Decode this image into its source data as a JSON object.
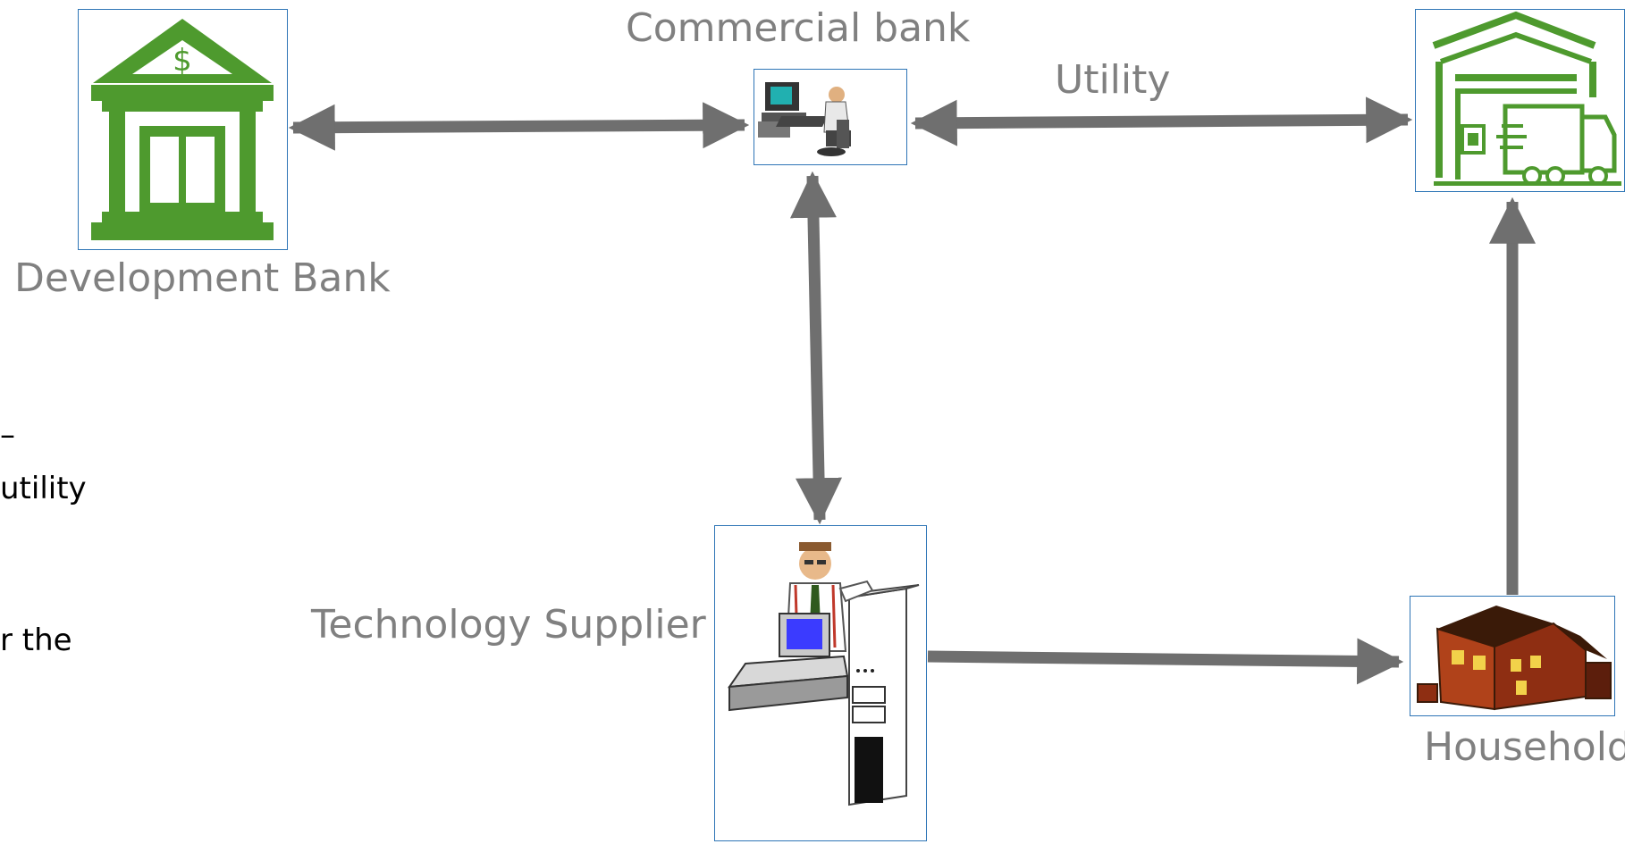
{
  "nodes": {
    "development_bank": {
      "label": "Development Bank",
      "icon": "bank-icon"
    },
    "commercial_bank": {
      "label": "Commercial bank",
      "icon": "bank-clerk-computer-icon"
    },
    "utility": {
      "label": "Utility",
      "icon": "warehouse-truck-icon"
    },
    "technology_supplier": {
      "label": "Technology Supplier",
      "icon": "technician-computer-icon"
    },
    "household": {
      "label": "Household",
      "icon": "house-icon"
    }
  },
  "left_text": {
    "line1": "–",
    "line2": "utility",
    "line3": "r the"
  },
  "colors": {
    "arrow": "#6f6f6f",
    "label": "#808080",
    "box_border": "#2e75b6",
    "icon_green": "#4e9a2e"
  }
}
